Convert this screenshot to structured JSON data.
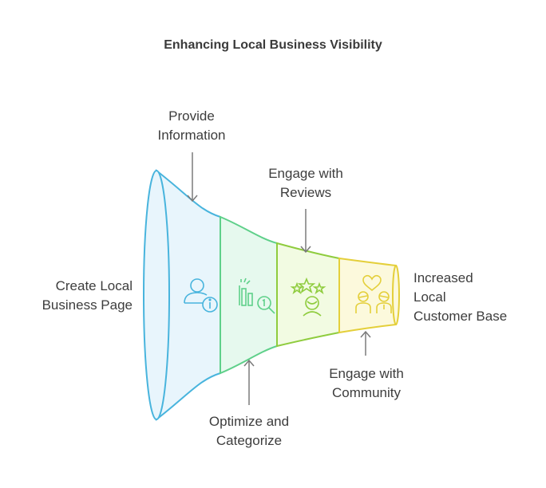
{
  "title": "Enhancing Local Business Visibility",
  "stages": [
    {
      "label": "Create Local Business Page",
      "line1": "Create Local",
      "line2": "Business Page",
      "icon": "user-info-icon",
      "color": "#48b4dd"
    },
    {
      "label": "Provide Information",
      "line1": "Provide",
      "line2": "Information",
      "icon": "bar-chart-search-icon",
      "color": "#5fd08a"
    },
    {
      "label": "Optimize and Categorize",
      "line1": "Optimize and",
      "line2": "Categorize",
      "icon": "star-rating-icon",
      "color": "#8fcc3e"
    },
    {
      "label": "Engage with Reviews",
      "line1": "Engage with",
      "line2": "Reviews",
      "icon": "community-heart-icon",
      "color": "#e4cf3a"
    },
    {
      "label": "Engage with Community",
      "line1": "Engage with",
      "line2": "Community"
    }
  ],
  "outcome": {
    "line1": "Increased",
    "line2": "Local",
    "line3": "Customer Base"
  }
}
